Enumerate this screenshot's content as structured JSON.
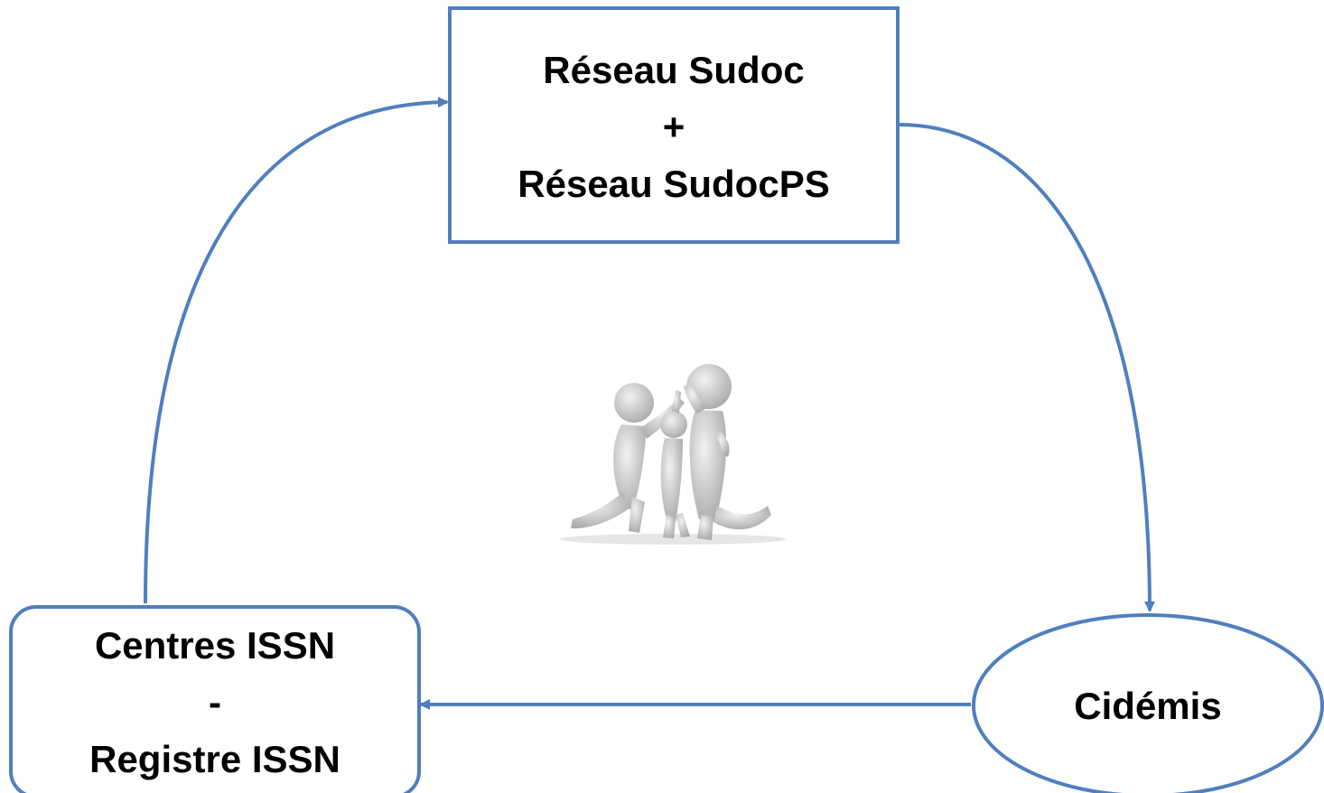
{
  "diagram": {
    "top_box": {
      "line1": "Réseau Sudoc",
      "line2": "+",
      "line3": "Réseau SudocPS"
    },
    "left_box": {
      "line1": "Centres ISSN",
      "line2": "-",
      "line3": "Registre ISSN"
    },
    "right_ellipse": {
      "label": "Cidémis"
    },
    "colors": {
      "stroke": "#4f7fbf",
      "text": "#000000",
      "figure": "#d9d9d9",
      "figure_shadow": "#a6a6a6"
    },
    "illustration": {
      "icon": "teamwork-high-five-figures-icon"
    }
  }
}
